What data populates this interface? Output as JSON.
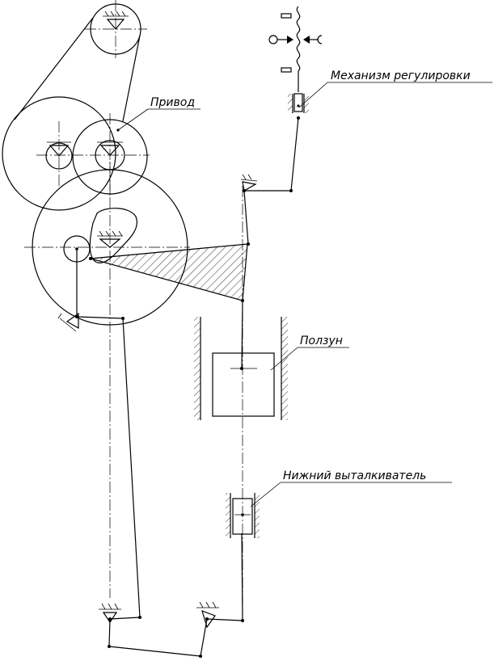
{
  "labels": {
    "drive": "Привод",
    "adjust": "Механизм регулировки",
    "slider": "Ползун",
    "ejector": "Нижний выталкиватель"
  }
}
